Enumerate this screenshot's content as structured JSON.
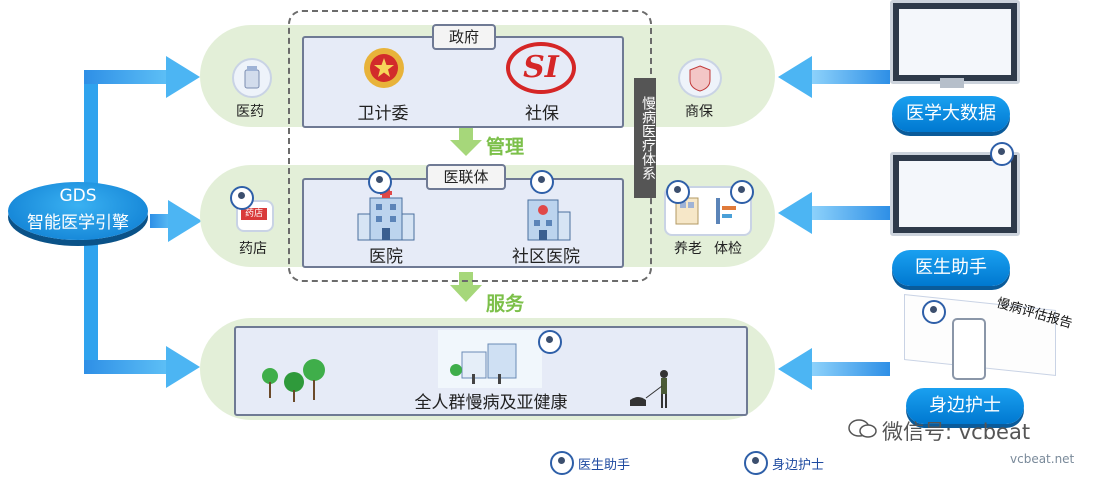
{
  "engine": {
    "line1": "GDS",
    "line2": "智能医学引擎"
  },
  "band_top": {
    "left_label": "医药",
    "right_label": "商保",
    "tag": "政府",
    "left_item": "卫计委",
    "right_item": "社保",
    "si_logo": "SI"
  },
  "system_label": "慢病医疗体系",
  "between_top": "管理",
  "band_mid": {
    "left_label": "药店",
    "tag": "医联体",
    "left_item": "医院",
    "right_item": "社区医院",
    "elder": "养老",
    "checkup": "体检",
    "pharmacy_sign": "药店"
  },
  "between_bottom": "服务",
  "band_bottom": {
    "label": "全人群慢病及亚健康"
  },
  "right_sources": [
    {
      "label": "医学大数据"
    },
    {
      "label": "医生助手"
    },
    {
      "label": "身边护士",
      "report": "慢病评估报告"
    }
  ],
  "legend": [
    {
      "label": "医生助手"
    },
    {
      "label": "身边护士"
    }
  ],
  "watermark": {
    "wechat": "微信号: vcbeat",
    "site": "vcbeat.net"
  },
  "colors": {
    "arrow": "#2fa3ee",
    "band": "#e3efd8",
    "accent_green": "#7cc04a",
    "pill": "#0a86dc"
  },
  "icons": [
    "medicine-bottle-icon",
    "insurance-shield-icon",
    "national-emblem-icon",
    "si-logo-icon",
    "hospital-building-icon",
    "community-hospital-icon",
    "robot-doctor-icon",
    "tree-icon",
    "dog-walker-icon"
  ]
}
